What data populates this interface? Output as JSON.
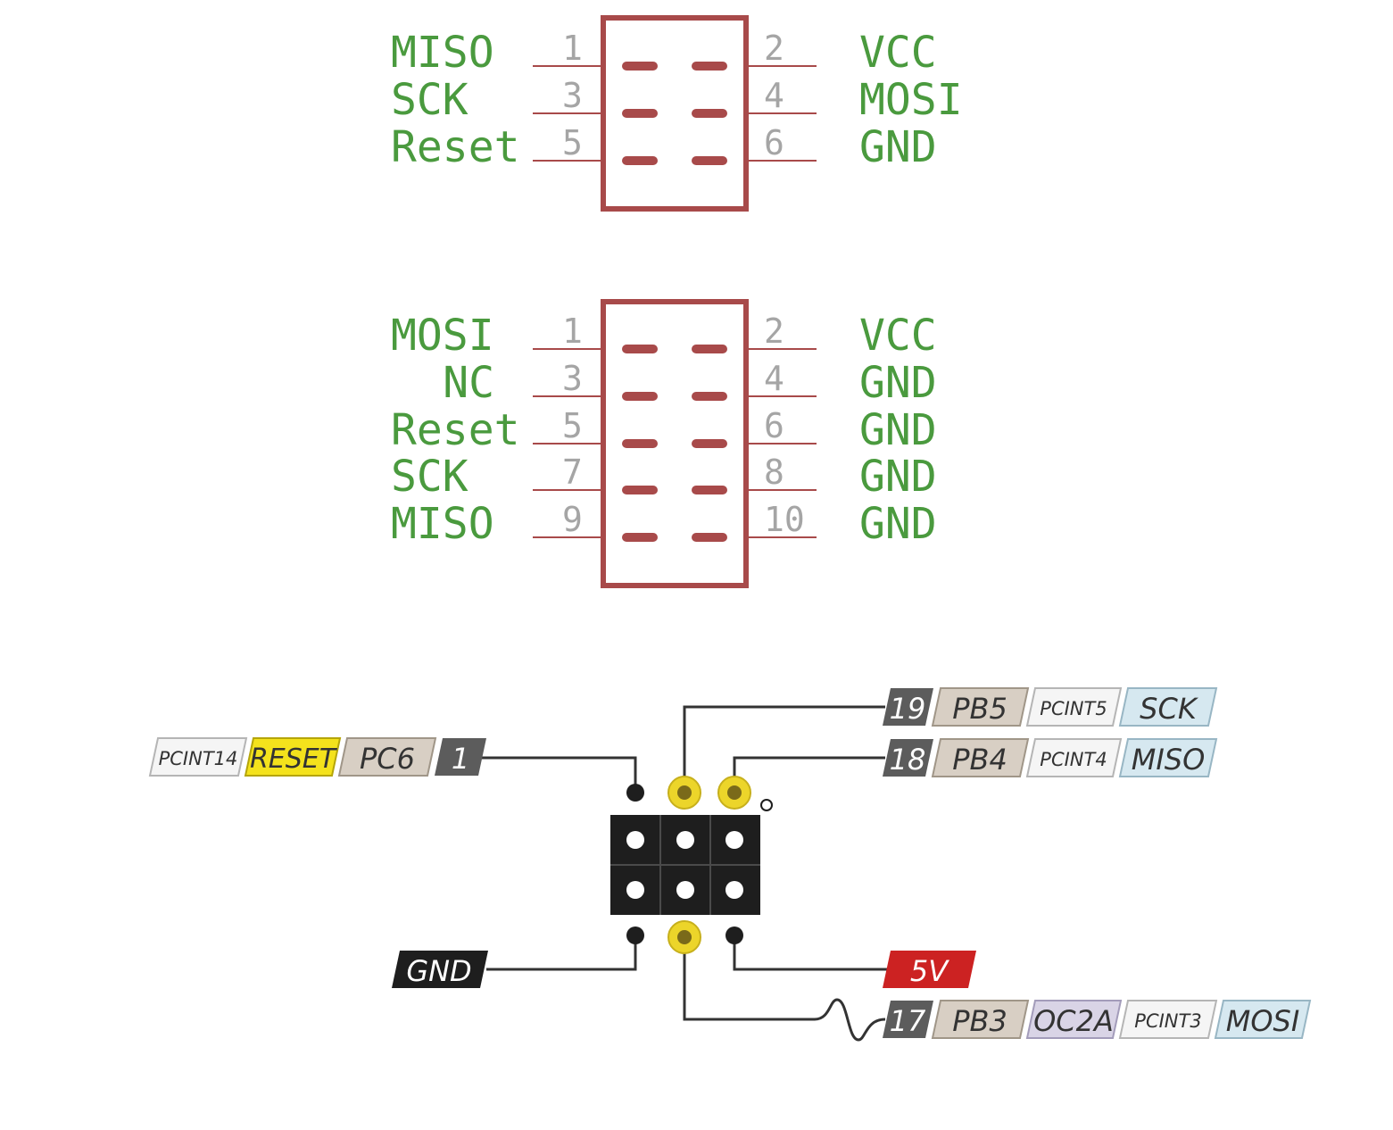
{
  "colors": {
    "signal_text": "#4a9a3e",
    "pin_number": "#a5a5a5",
    "connector": "#a84a4a",
    "wire": "#333333",
    "black_tag": "#1e1e1e",
    "number_tag": "#5c5c5c",
    "port_tag": "#d8cfc4",
    "pcint_tag": "#f5f5f5",
    "function_tag": "#d6e8f0",
    "reset_tag": "#f4e21c",
    "power_tag": "#cc2222",
    "timer_tag": "#d9d4e6",
    "pad_yellow": "#ecd52a",
    "pad_black": "#1e1e1e"
  },
  "header_6pin": {
    "rows": [
      {
        "left_signal": "MISO",
        "left_pin": "1",
        "right_pin": "2",
        "right_signal": "VCC"
      },
      {
        "left_signal": "SCK",
        "left_pin": "3",
        "right_pin": "4",
        "right_signal": "MOSI"
      },
      {
        "left_signal": "Reset",
        "left_pin": "5",
        "right_pin": "6",
        "right_signal": "GND"
      }
    ]
  },
  "header_10pin": {
    "rows": [
      {
        "left_signal": "MOSI",
        "left_pin": "1",
        "right_pin": "2",
        "right_signal": "VCC"
      },
      {
        "left_signal": "NC",
        "left_pin": "3",
        "right_pin": "4",
        "right_signal": "GND"
      },
      {
        "left_signal": "Reset",
        "left_pin": "5",
        "right_pin": "6",
        "right_signal": "GND"
      },
      {
        "left_signal": "SCK",
        "left_pin": "7",
        "right_pin": "8",
        "right_signal": "GND"
      },
      {
        "left_signal": "MISO",
        "left_pin": "9",
        "right_pin": "10",
        "right_signal": "GND"
      }
    ]
  },
  "pinout": {
    "reset_row": {
      "pcint": "PCINT14",
      "reset": "RESET",
      "port": "PC6",
      "number": "1"
    },
    "sck_row": {
      "number": "19",
      "port": "PB5",
      "pcint": "PCINT5",
      "function": "SCK"
    },
    "miso_row": {
      "number": "18",
      "port": "PB4",
      "pcint": "PCINT4",
      "function": "MISO"
    },
    "gnd_label": "GND",
    "vcc_label": "5V",
    "mosi_row": {
      "number": "17",
      "port": "PB3",
      "timer": "OC2A",
      "pcint": "PCINT3",
      "function": "MOSI"
    }
  }
}
